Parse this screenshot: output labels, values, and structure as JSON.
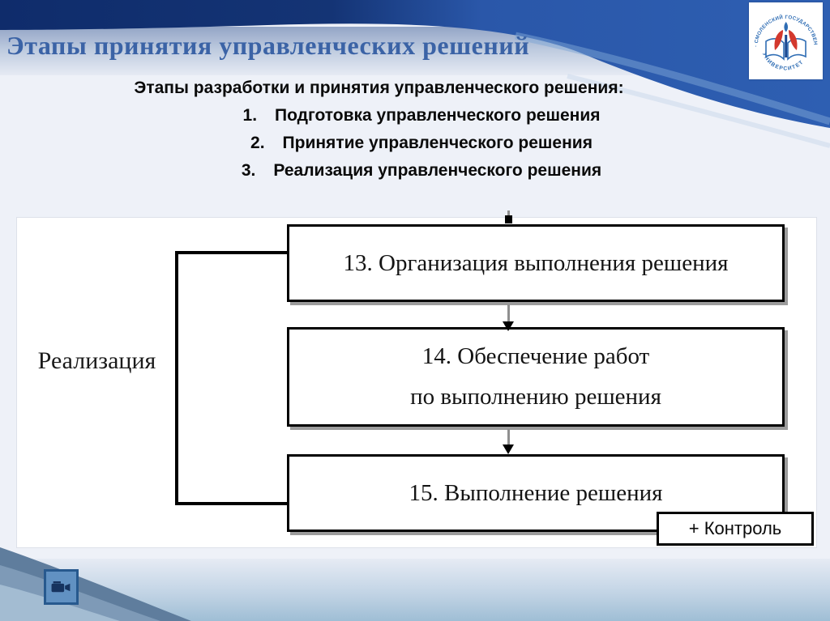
{
  "slide_title": "Этапы принятия управленческих решений",
  "logo": {
    "arc_top": "· СМОЛЕНСКИЙ ГОСУДАРСТВЕННЫЙ ·",
    "arc_bottom": "УНИВЕРСИТЕТ"
  },
  "intro": {
    "heading": "Этапы разработки и принятия управленческого решения:",
    "items": [
      {
        "num": "1.",
        "text": "Подготовка управленческого решения"
      },
      {
        "num": "2.",
        "text": "Принятие управленческого решения"
      },
      {
        "num": "3.",
        "text": "Реализация управленческого решения"
      }
    ]
  },
  "diagram": {
    "bracket_label": "Реализация",
    "boxes": [
      {
        "lines": [
          "13. Организация выполнения решения"
        ]
      },
      {
        "lines": [
          "14. Обеспечение работ",
          "по выполнению решения"
        ]
      },
      {
        "lines": [
          "15. Выполнение решения"
        ]
      }
    ],
    "control_label": "+ Контроль"
  },
  "icons": {
    "footer_button": "camcorder-icon",
    "logo_emblem": "open-book-torch-icon"
  },
  "colors": {
    "top_band_left": "#0f2c6b",
    "top_band_right": "#2e5fb2",
    "title_text": "#3b63a6",
    "logo_blue": "#2f6db4",
    "logo_red": "#d3382d",
    "box_border": "#000000"
  }
}
